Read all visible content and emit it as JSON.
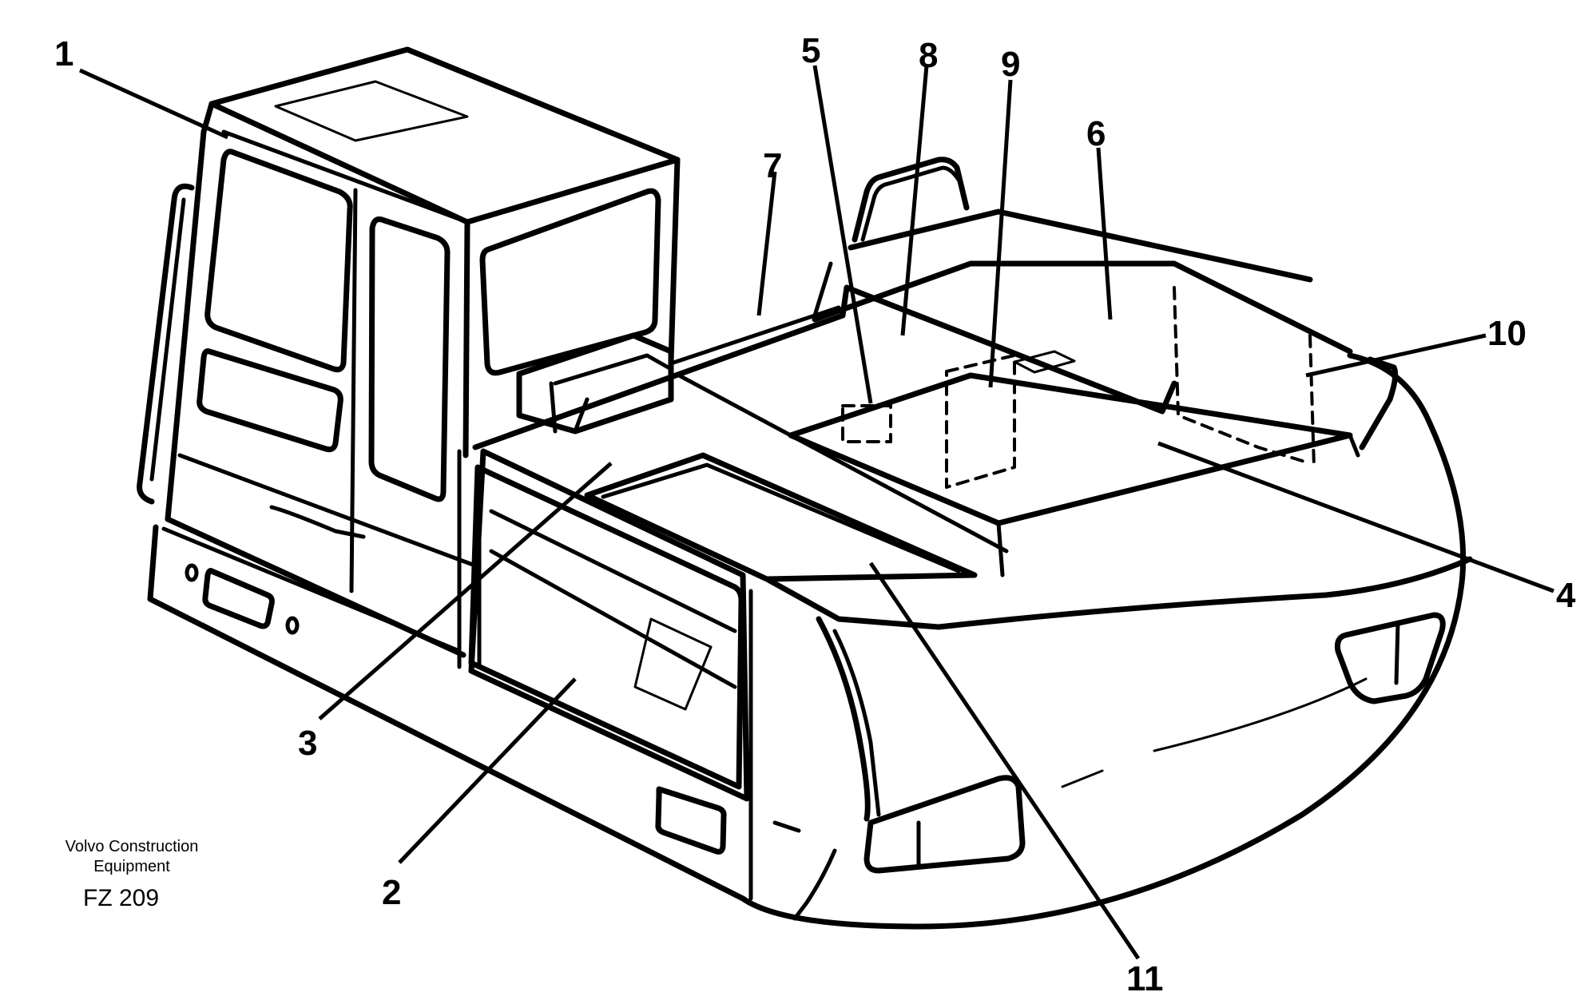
{
  "figure": {
    "callouts": {
      "c1": "1",
      "c2": "2",
      "c3": "3",
      "c4": "4",
      "c5": "5",
      "c6": "6",
      "c7": "7",
      "c8": "8",
      "c9": "9",
      "c10": "10",
      "c11": "11"
    }
  },
  "caption": {
    "company_line1": "Volvo Construction",
    "company_line2": "Equipment",
    "code": "FZ 209"
  }
}
